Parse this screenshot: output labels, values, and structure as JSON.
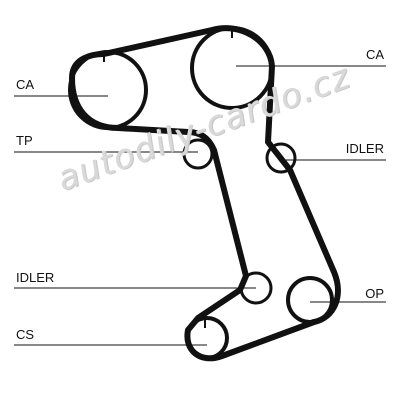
{
  "labels": {
    "ca_left": "CA",
    "ca_right": "CA",
    "tp": "TP",
    "idler_right": "IDLER",
    "idler_left": "IDLER",
    "op": "OP",
    "cs": "CS"
  },
  "watermark": "autodily-cardo.cz",
  "colors": {
    "belt": "#111111",
    "line": "#111111",
    "watermark": "#d9d9d9"
  }
}
